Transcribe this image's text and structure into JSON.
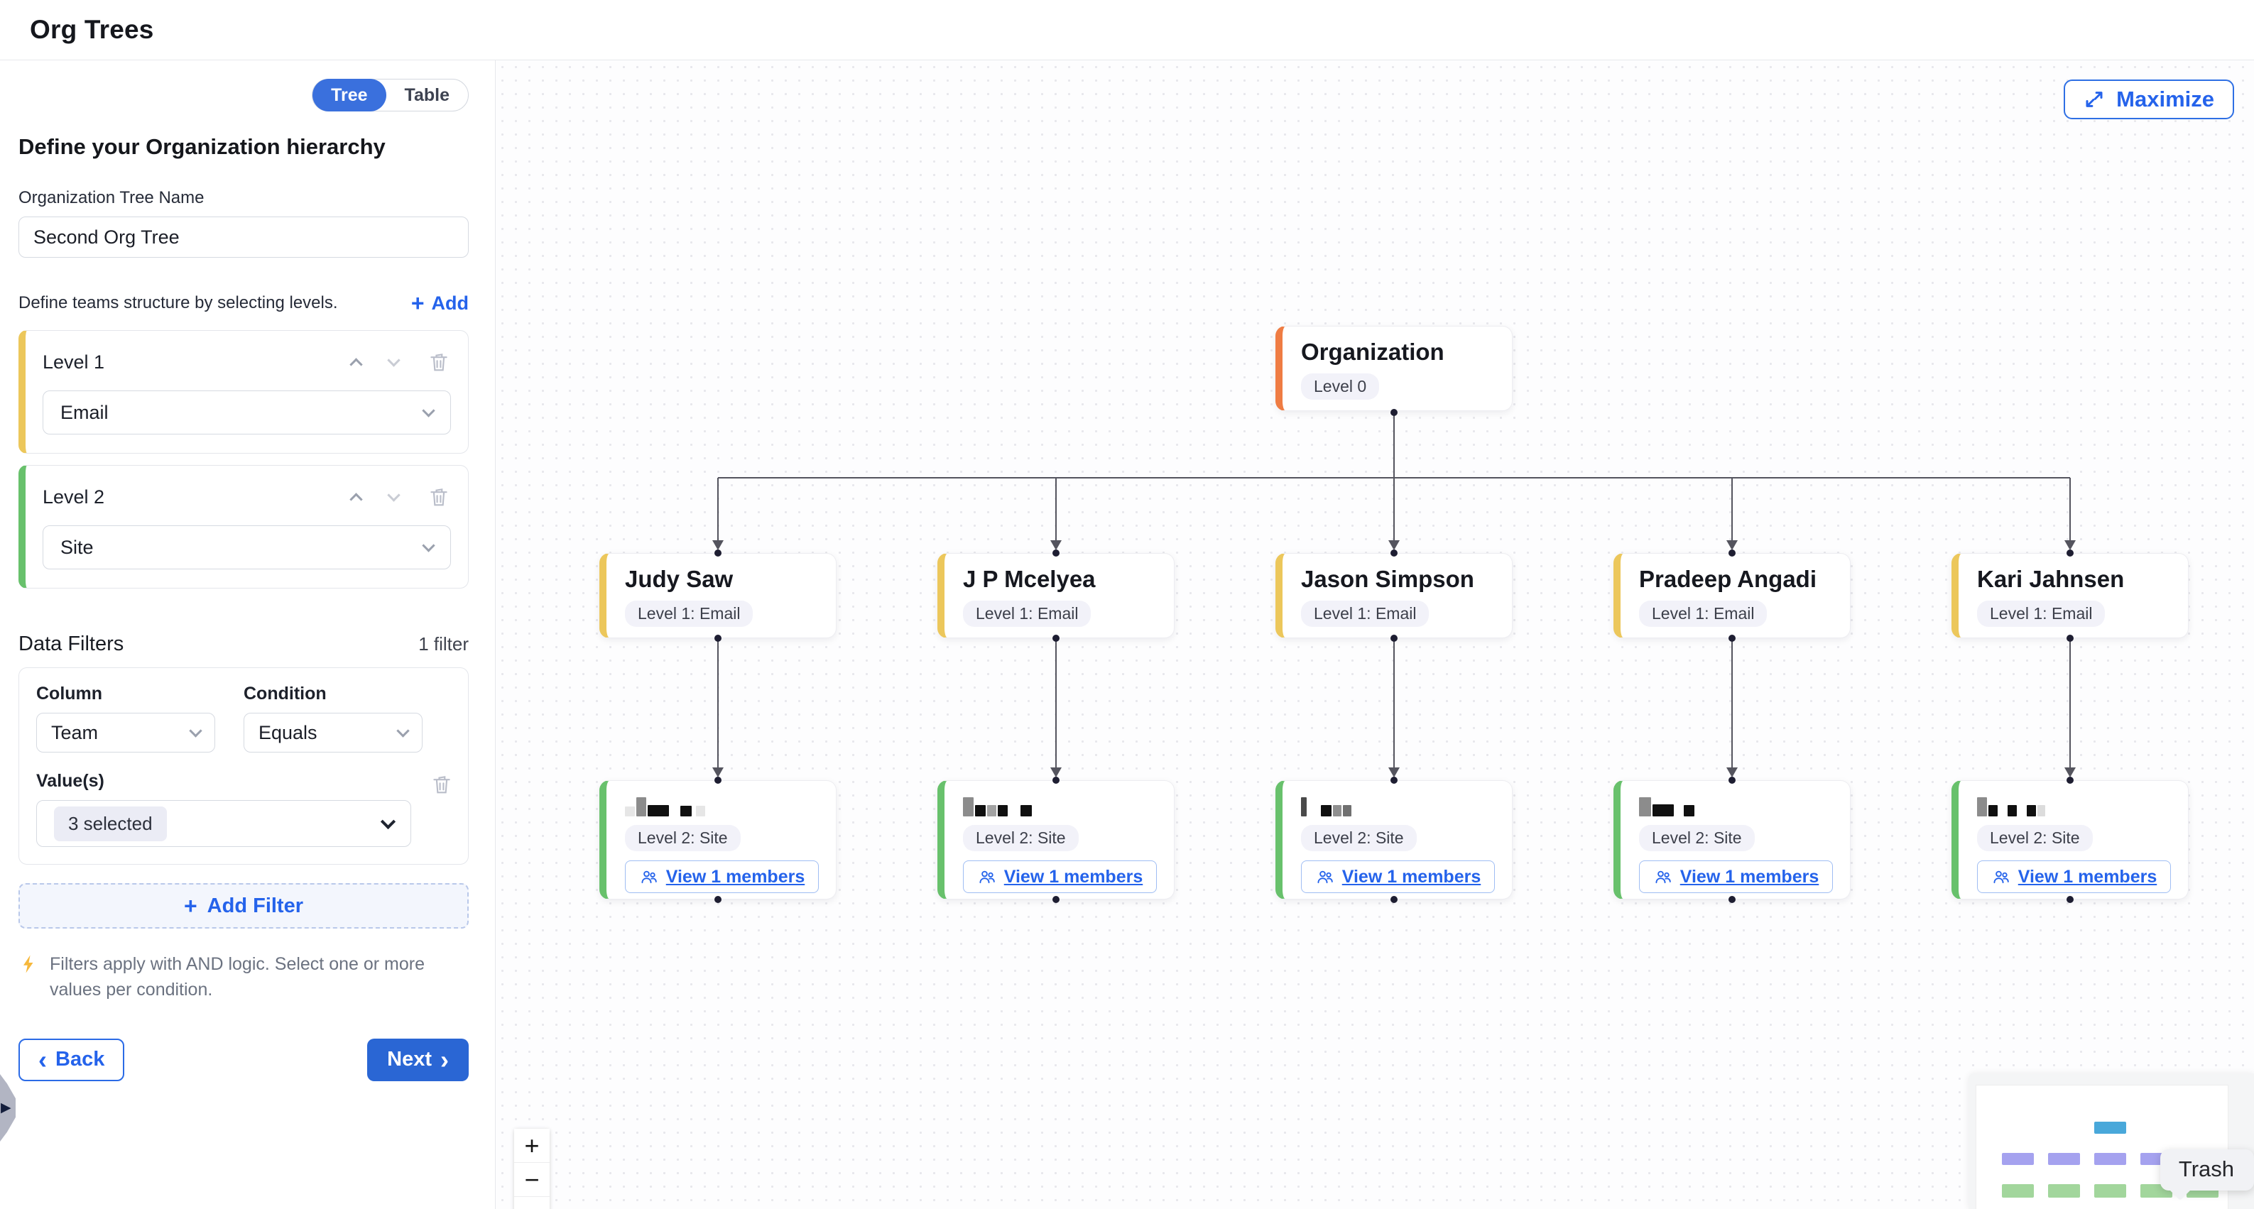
{
  "header": {
    "title": "Org Trees"
  },
  "icons": {
    "back_chevron": "‹",
    "next_chevron": "›",
    "handle_arrow": "▶"
  },
  "colors": {
    "accent_blue": "#2563eb",
    "level1_yellow": "#ecc75b",
    "level2_green": "#68c16c",
    "root_orange": "#ef7c43"
  },
  "sidebar": {
    "view_toggle": {
      "tree": "Tree",
      "table": "Table"
    },
    "heading": "Define your Organization hierarchy",
    "tree_name": {
      "label": "Organization Tree Name",
      "value": "Second Org Tree"
    },
    "levels_caption": "Define teams structure by selecting levels.",
    "add_label": "Add",
    "levels": [
      {
        "label": "Level 1",
        "value": "Email"
      },
      {
        "label": "Level 2",
        "value": "Site"
      }
    ],
    "filters": {
      "heading": "Data Filters",
      "count": "1 filter",
      "column_label": "Column",
      "column_value": "Team",
      "condition_label": "Condition",
      "condition_value": "Equals",
      "values_label": "Value(s)",
      "values_value": "3 selected",
      "add_filter_label": "Add Filter",
      "note": "Filters apply with AND logic. Select one or more values per condition."
    },
    "back_label": "Back",
    "next_label": "Next"
  },
  "canvas": {
    "maximize_label": "Maximize",
    "zoom_in": "+",
    "zoom_out": "−",
    "trash_tooltip": "Trash",
    "tree": {
      "root": {
        "name": "Organization",
        "badge": "Level 0"
      },
      "level1_badge": "Level 1: Email",
      "level2_badge": "Level 2: Site",
      "view_members_label": "View 1 members",
      "children": [
        {
          "name": "Judy Saw"
        },
        {
          "name": "J P Mcelyea"
        },
        {
          "name": "Jason Simpson"
        },
        {
          "name": "Pradeep Angadi"
        },
        {
          "name": "Kari Jahnsen"
        }
      ],
      "grandchildren": [
        {
          "blocks": [
            [
              14,
              14,
              "#e6e6e6"
            ],
            [
              14,
              27,
              "#8c8c8c"
            ],
            [
              30,
              16,
              "#101010"
            ],
            [
              "g",
              12
            ],
            [
              16,
              15,
              "#101010"
            ],
            [
              "g",
              2
            ],
            [
              13,
              15,
              "#e6e6e6"
            ]
          ]
        },
        {
          "blocks": [
            [
              15,
              27,
              "#8c8c8c"
            ],
            [
              15,
              16,
              "#101010"
            ],
            [
              13,
              16,
              "#a3a3a3"
            ],
            [
              14,
              16,
              "#101010"
            ],
            [
              "g",
              14
            ],
            [
              16,
              16,
              "#101010"
            ]
          ]
        },
        {
          "blocks": [
            [
              8,
              27,
              "#4a4a4a"
            ],
            [
              "g",
              16
            ],
            [
              15,
              16,
              "#101010"
            ],
            [
              12,
              16,
              "#8f8f8f"
            ],
            [
              12,
              16,
              "#707070"
            ]
          ]
        },
        {
          "blocks": [
            [
              17,
              27,
              "#8c8c8c"
            ],
            [
              30,
              17,
              "#101010"
            ],
            [
              "g",
              10
            ],
            [
              15,
              16,
              "#101010"
            ]
          ]
        },
        {
          "blocks": [
            [
              14,
              27,
              "#8c8c8c"
            ],
            [
              13,
              16,
              "#101010"
            ],
            [
              "g",
              10
            ],
            [
              13,
              16,
              "#101010"
            ],
            [
              "g",
              10
            ],
            [
              13,
              16,
              "#101010"
            ],
            [
              11,
              16,
              "#dcdcdc"
            ]
          ]
        }
      ]
    }
  }
}
